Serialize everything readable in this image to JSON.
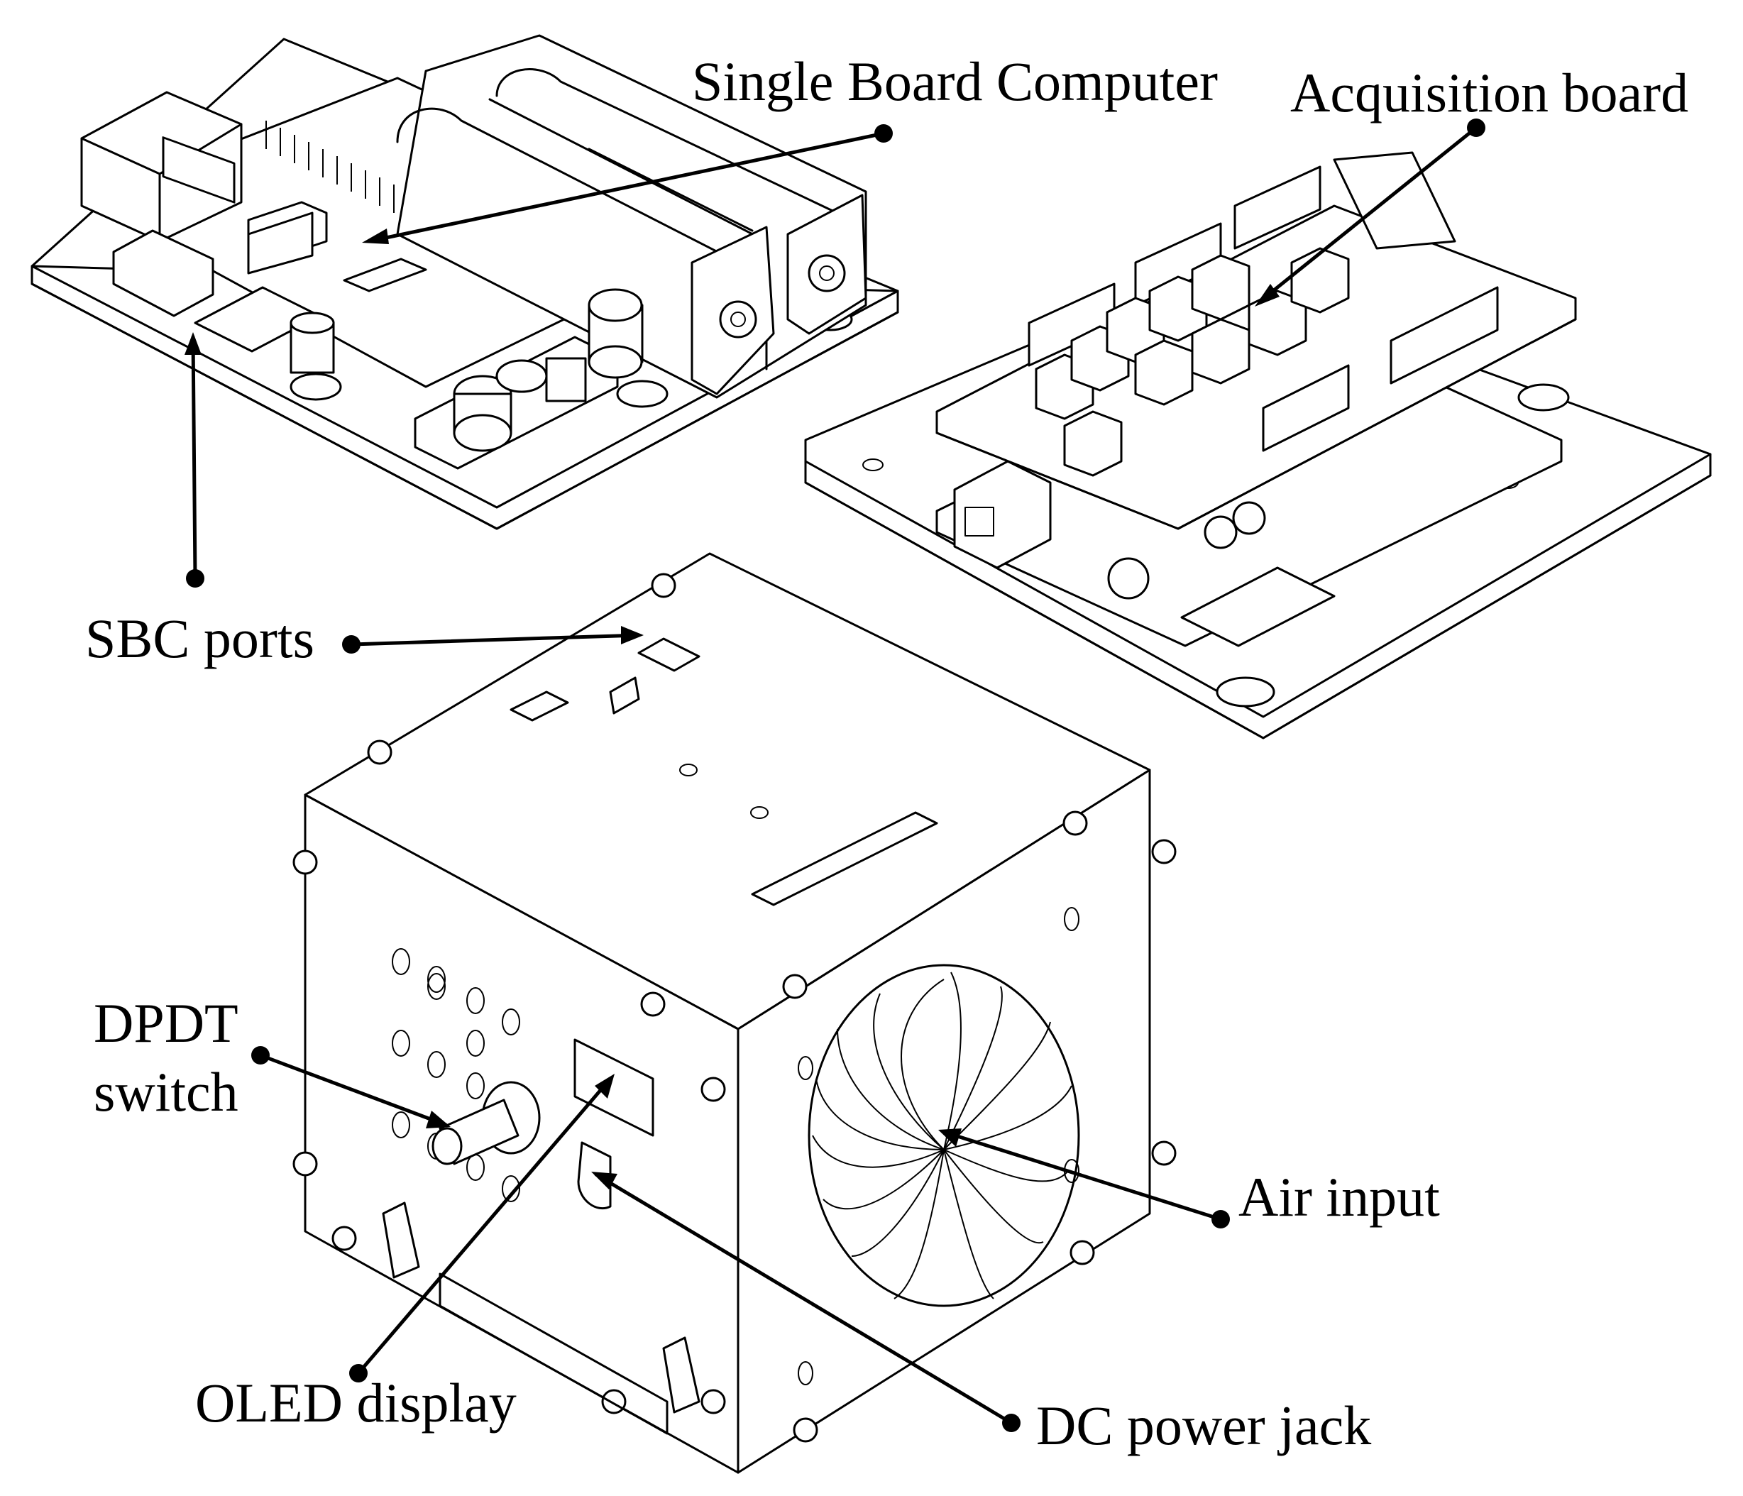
{
  "labels": {
    "sbc": "Single Board Computer",
    "acquisition": "Acquisition board",
    "sbc_ports": "SBC ports",
    "dpdt_line1": "DPDT",
    "dpdt_line2": "switch",
    "air_input": "Air input",
    "oled": "OLED display",
    "dc_jack": "DC power jack"
  },
  "colors": {
    "ink": "#000000",
    "paper": "#ffffff"
  }
}
